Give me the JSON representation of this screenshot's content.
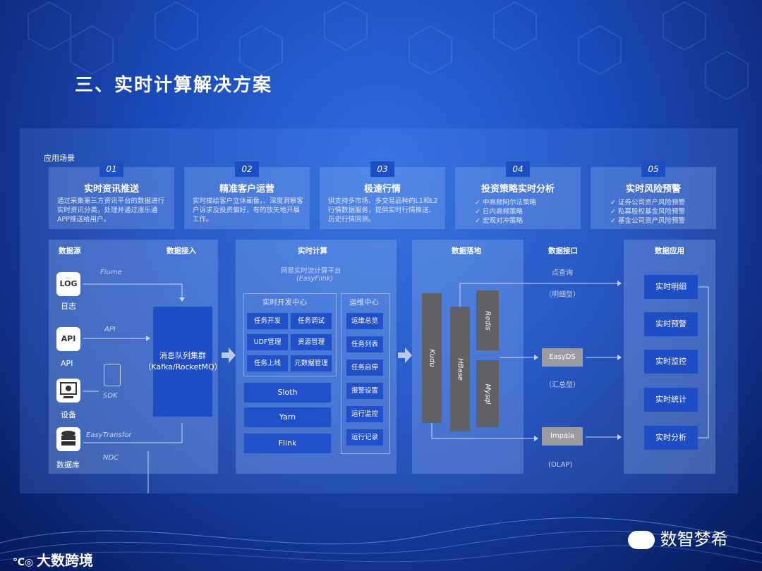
{
  "title": "三、实时计算解决方案",
  "scenarios": {
    "label": "应用场景",
    "cards": [
      {
        "num": "01",
        "title": "实时资讯推送",
        "desc": "通过采集第三方资讯平台的数据进行实时资讯分类，处理并通过涨乐通APP推送给用户。"
      },
      {
        "num": "02",
        "title": "精准客户运营",
        "desc": "实时描绘客户立体画像，、深度洞察客户诉求及投资偏好，有的放矢地开展工作。"
      },
      {
        "num": "03",
        "title": "极速行情",
        "desc": "供支持多市场、多交易品种的L1和L2行情数据服务，提供实时行情推送、历史行情回测。"
      },
      {
        "num": "04",
        "title": "投资策略实时分析",
        "items": [
          "中高频阿尔法策略",
          "日内高频策略",
          "宏观对冲策略"
        ]
      },
      {
        "num": "05",
        "title": "实时风险预警",
        "items": [
          "证券公司资产风险预警",
          "私募股权基金风险预警",
          "基金公司资产风险预警"
        ]
      }
    ]
  },
  "sources": {
    "header": "数据源",
    "ingest_header": "数据接入",
    "items": [
      {
        "icon_text": "LOG",
        "label": "日志",
        "channel": "Flume"
      },
      {
        "icon_text": "API",
        "label": "API",
        "channel": "API"
      },
      {
        "label": "设备",
        "channel": "SDK"
      },
      {
        "label": "数据库",
        "channel": "EasyTransfor",
        "channel2": "NDC"
      }
    ],
    "queue": "消息队列集群（Kafka/RocketMQ）"
  },
  "compute": {
    "header": "实时计算",
    "platform": "网易实时流计算平台",
    "platform_sub": "(EasyFlink)",
    "dev_header": "实时开发中心",
    "dev_items": [
      "任务开发",
      "任务调试",
      "UDF管理",
      "资源管理",
      "任务上线",
      "元数据管理"
    ],
    "engines": [
      "Sloth",
      "Yarn",
      "Flink"
    ],
    "ops_header": "运维中心",
    "ops_items": [
      "运维总览",
      "任务列表",
      "任务启停",
      "报警设置",
      "运行监控",
      "运行记录"
    ]
  },
  "storage": {
    "header": "数据落地",
    "stores": [
      "Kudu",
      "HBase",
      "Redis",
      "Mysql"
    ]
  },
  "interface": {
    "header": "数据接口",
    "point": "点查询",
    "point_sub": "（明细型）",
    "easyds": "EasyDS",
    "easyds_sub": "（汇总型）",
    "impala": "Impala",
    "impala_sub": "(OLAP)"
  },
  "apps": {
    "header": "数据应用",
    "items": [
      "实时明细",
      "实时预警",
      "实时监控",
      "实时统计",
      "实时分析"
    ]
  },
  "watermark_left": "大数跨境",
  "watermark_right": "数智梦希"
}
